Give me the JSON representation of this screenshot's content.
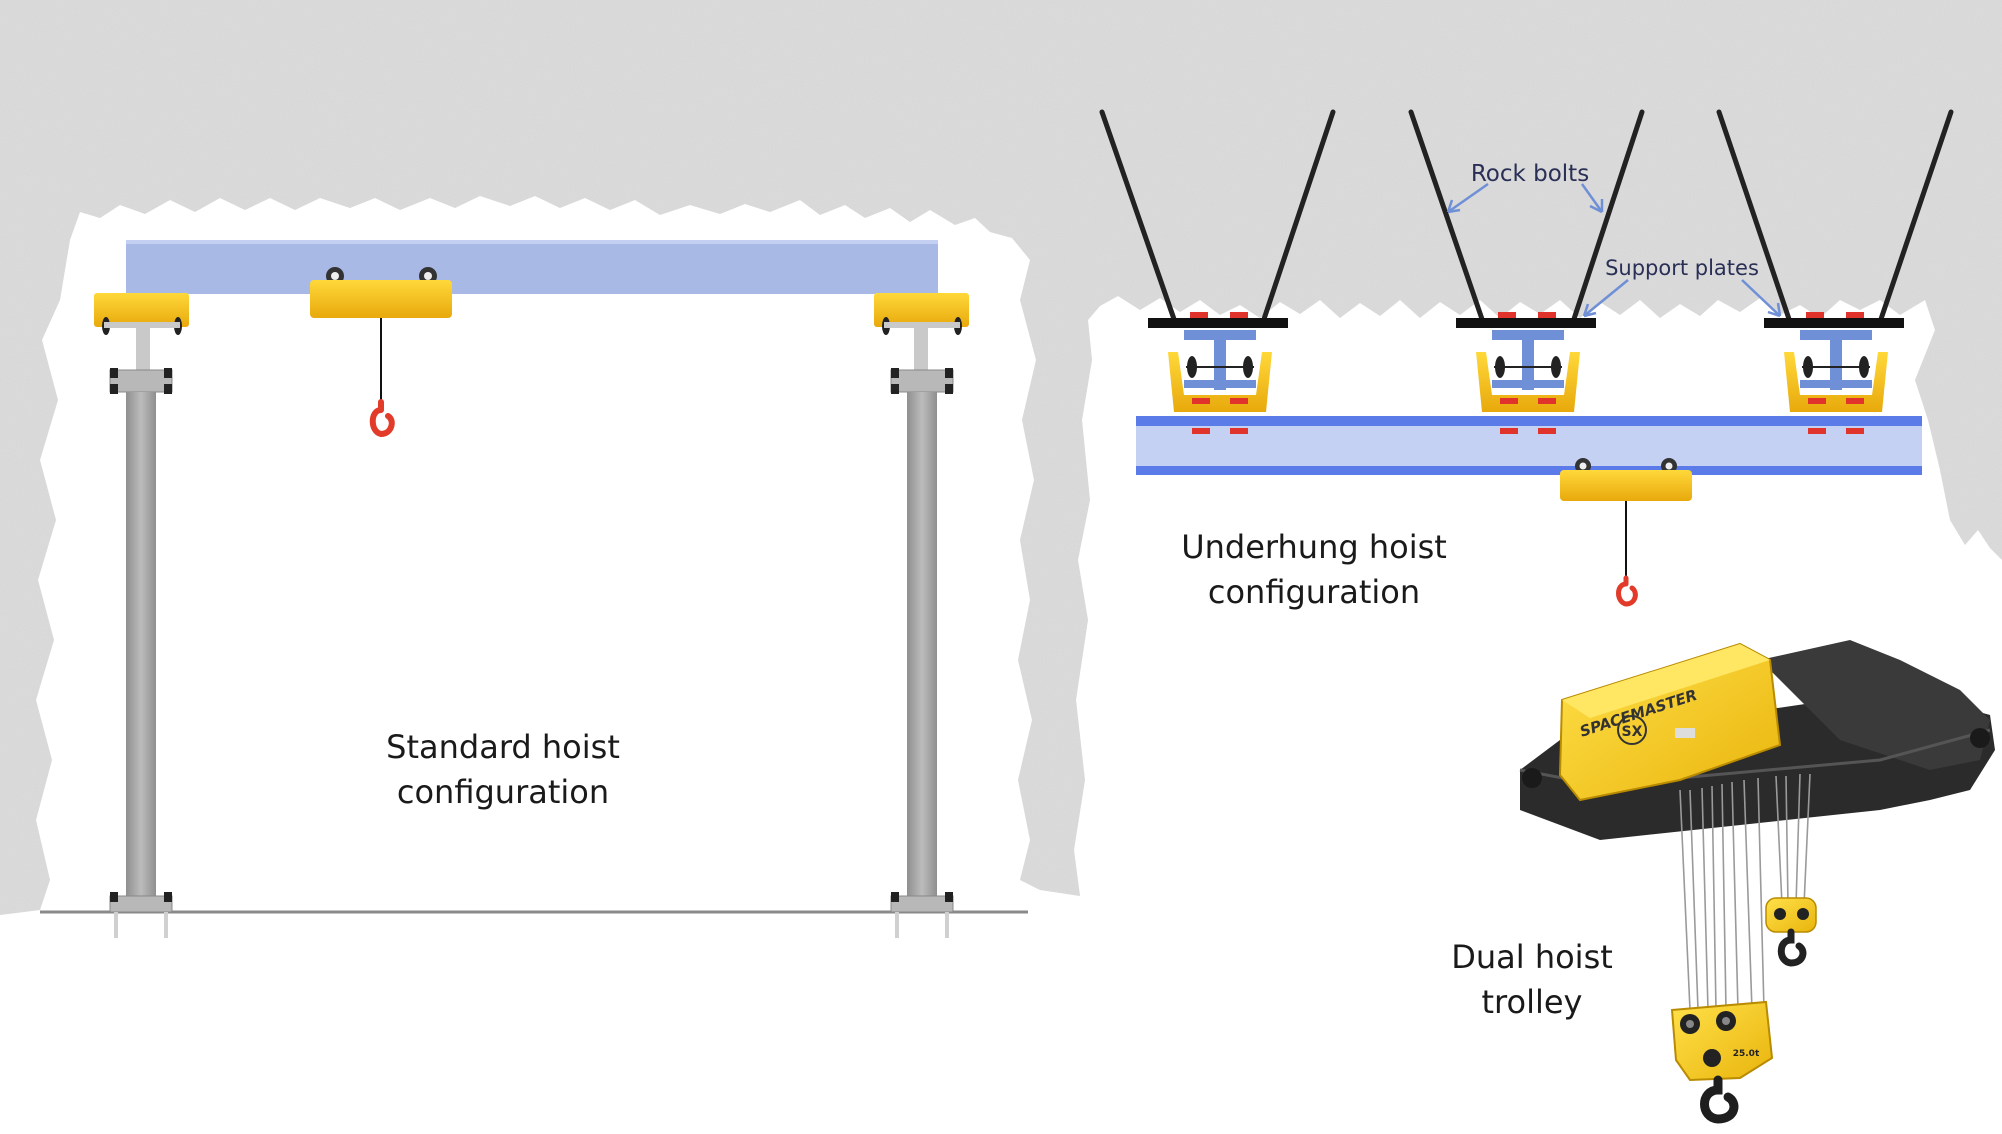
{
  "labels": {
    "standard_line1": "Standard hoist",
    "standard_line2": "configuration",
    "underhung_line1": "Underhung hoist",
    "underhung_line2": "configuration",
    "rock_bolts": "Rock bolts",
    "support_plates": "Support plates",
    "dual_line1": "Dual hoist",
    "dual_line2": "trolley",
    "trolley_brand": "SPACEMASTER",
    "trolley_model": "SX",
    "block_capacity": "25.0t"
  },
  "colors": {
    "rock": "#d6d6d6",
    "rock_speckle": "#bdbdbd",
    "beam_blue": "#a9b9e6",
    "beam_blue_dark": "#5b7ce8",
    "hoist_yellow": "#f4c21e",
    "hook_red": "#e23b2a",
    "column_gray": "#a8a8a8",
    "plate_black": "#111111",
    "pad_red": "#e0332b",
    "arrow_blue": "#6f8fd6",
    "text": "#1a1a1a"
  },
  "icons": {
    "hook": "hook-icon",
    "wheel": "wheel-icon",
    "bolt": "rock-bolt-icon"
  }
}
